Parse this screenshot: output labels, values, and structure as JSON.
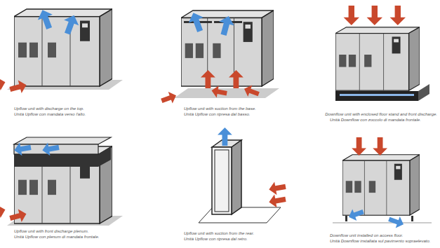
{
  "diagram": {
    "labels": [
      "Upflow unit with discharge on the top.",
      "Unità Upflow con mandata verso l'alto.",
      "Upflow unit with suction from the base.",
      "Unità Upflow con ripresa dal basso.",
      "Downflow unit with enclosed floor stand and front discharge.",
      "Unità Downflow con zoccolo di mandata frontale.",
      "Upflow unit with front discharge plenum.",
      "Unità Upflow con plenum di mandata frontale.",
      "Upflow unit with suction from the rear.",
      "Unità Upflow con ripresa dal retro.",
      "Downflow unit installed on access floor.",
      "Unità Downflow installata sul pavimento sopraelevato."
    ]
  }
}
